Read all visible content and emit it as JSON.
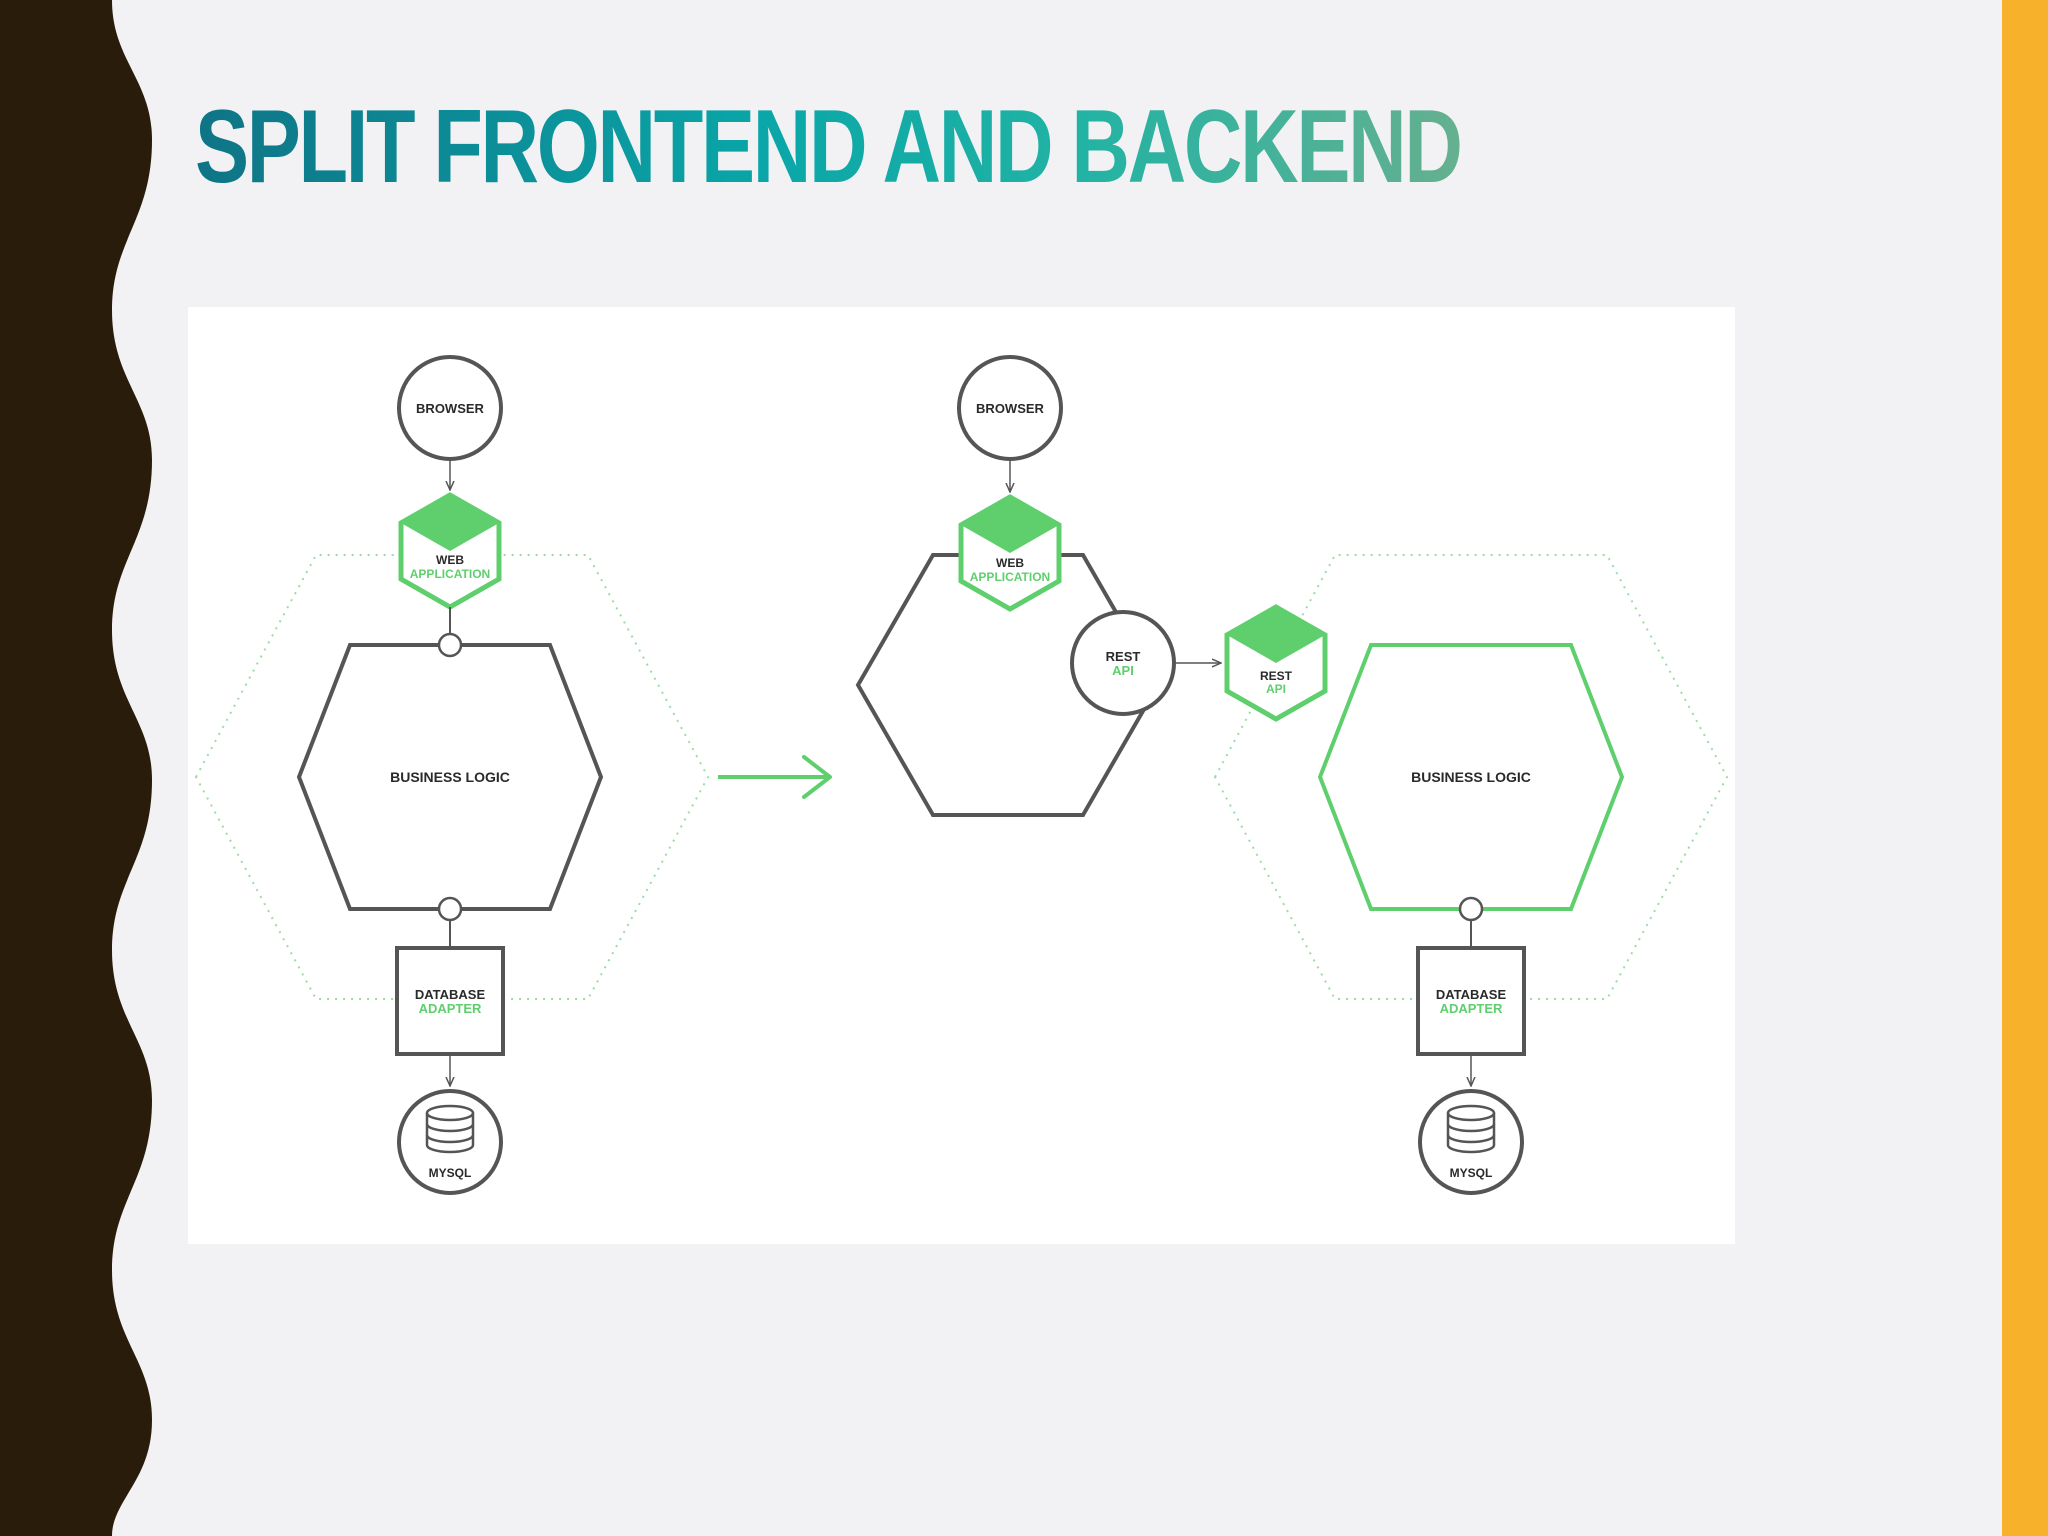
{
  "slide": {
    "title": "SPLIT FRONTEND AND BACKEND",
    "accent_color": "#f7b12a",
    "left_band_color": "#2a1c0b"
  },
  "diagram": {
    "before": {
      "browser": "BROWSER",
      "web_app": {
        "line1": "WEB",
        "line2": "APPLICATION"
      },
      "business_logic": "BUSINESS LOGIC",
      "db_adapter": {
        "line1": "DATABASE",
        "line2": "ADAPTER"
      },
      "mysql": "MYSQL"
    },
    "after_frontend": {
      "browser": "BROWSER",
      "web_app": {
        "line1": "WEB",
        "line2": "APPLICATION"
      },
      "rest_api": {
        "line1": "REST",
        "line2": "API"
      }
    },
    "after_backend": {
      "rest_api": {
        "line1": "REST",
        "line2": "API"
      },
      "business_logic": "BUSINESS LOGIC",
      "db_adapter": {
        "line1": "DATABASE",
        "line2": "ADAPTER"
      },
      "mysql": "MYSQL"
    },
    "colors": {
      "green": "#5fcf6e",
      "dark": "#555555",
      "text": "#2a2a2a"
    },
    "icons": [
      "database-cylinder-icon",
      "arrow-right-icon"
    ]
  }
}
